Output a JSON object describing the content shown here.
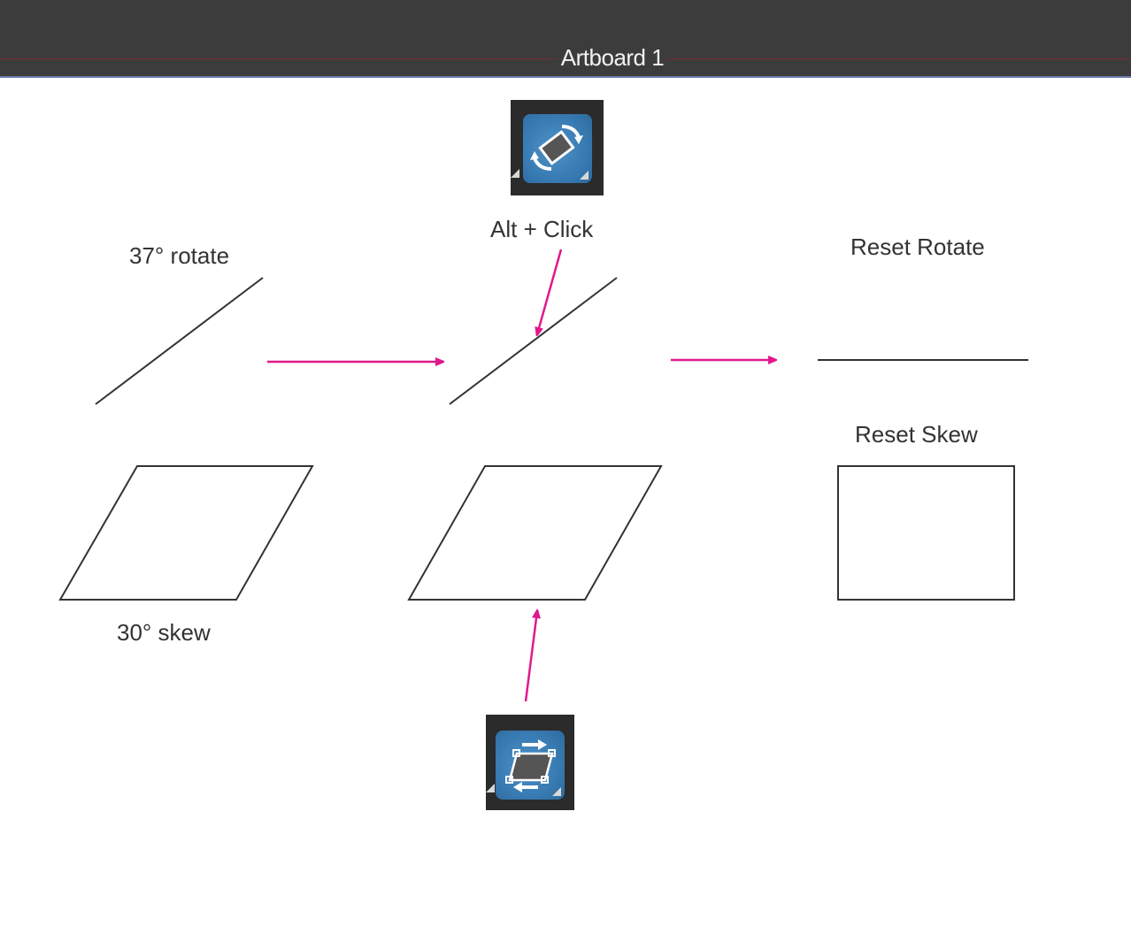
{
  "header": {
    "artboard_title": "Artboard 1"
  },
  "labels": {
    "rotate": "37° rotate",
    "skew": "30° skew",
    "alt_click": "Alt + Click",
    "reset_rotate": "Reset Rotate",
    "reset_skew": "Reset Skew"
  },
  "tools": {
    "rotate_tool_icon": "rotate-tool-icon",
    "skew_tool_icon": "skew-tool-icon"
  },
  "colors": {
    "header_bg": "#3c3c3c",
    "arrow": "#e0198c",
    "shape_stroke": "#333333",
    "tool_blue": "#3a7db5"
  },
  "diagram": {
    "rotation_degrees": 37,
    "skew_degrees": 30
  }
}
